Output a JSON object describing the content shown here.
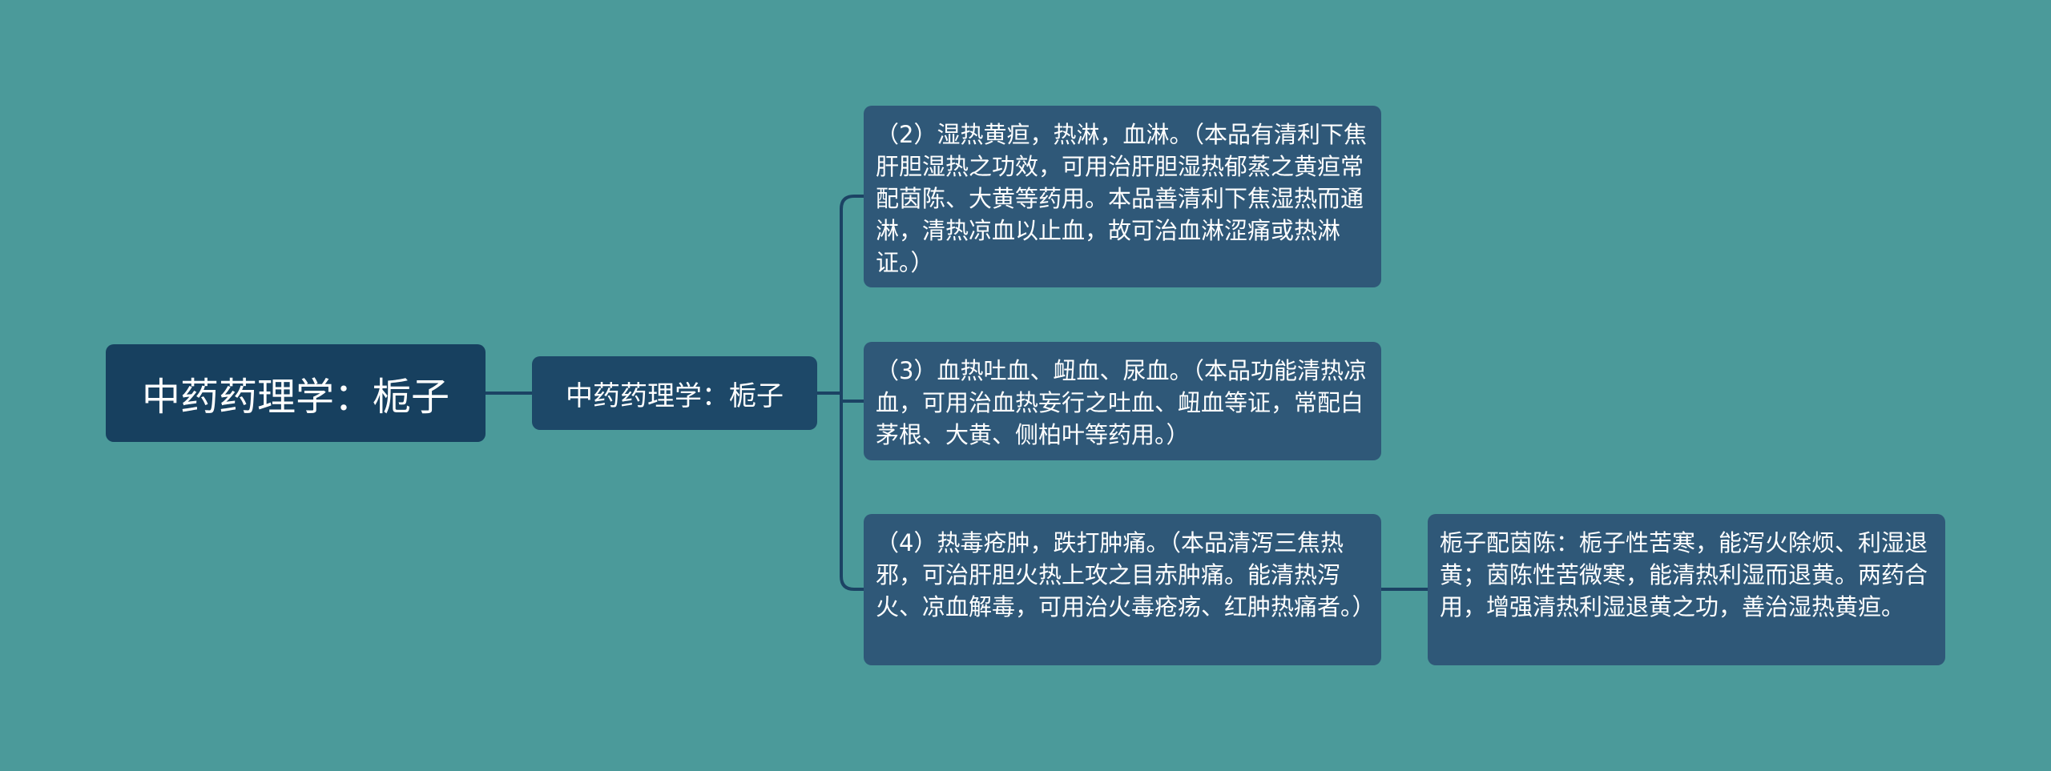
{
  "colors": {
    "background": "#4b9a9a",
    "root_fill": "#17405f",
    "branch_fill": "#1d4868",
    "leaf_fill": "#2f5878",
    "connector": "#1c4364"
  },
  "mindmap": {
    "root": {
      "text": "中药药理学：栀子"
    },
    "branch": {
      "text": "中药药理学：栀子"
    },
    "leaves": [
      {
        "text": "（2）湿热黄疸，热淋，血淋。（本品有清利下焦肝胆湿热之功效，可用治肝胆湿热郁蒸之黄疸常配茵陈、大黄等药用。本品善清利下焦湿热而通淋，清热凉血以止血，故可治血淋涩痛或热淋证。）"
      },
      {
        "text": "（3）血热吐血、衄血、尿血。（本品功能清热凉血，可用治血热妄行之吐血、衄血等证，常配白茅根、大黄、侧柏叶等药用。）"
      },
      {
        "text": "（4）热毒疮肿，跌打肿痛。（本品清泻三焦热邪，可治肝胆火热上攻之目赤肿痛。能清热泻火、凉血解毒，可用治火毒疮疡、红肿热痛者。）",
        "child": {
          "text": "栀子配茵陈：栀子性苦寒，能泻火除烦、利湿退黄；茵陈性苦微寒，能清热利湿而退黄。两药合用，增强清热利湿退黄之功，善治湿热黄疸。"
        }
      }
    ]
  }
}
